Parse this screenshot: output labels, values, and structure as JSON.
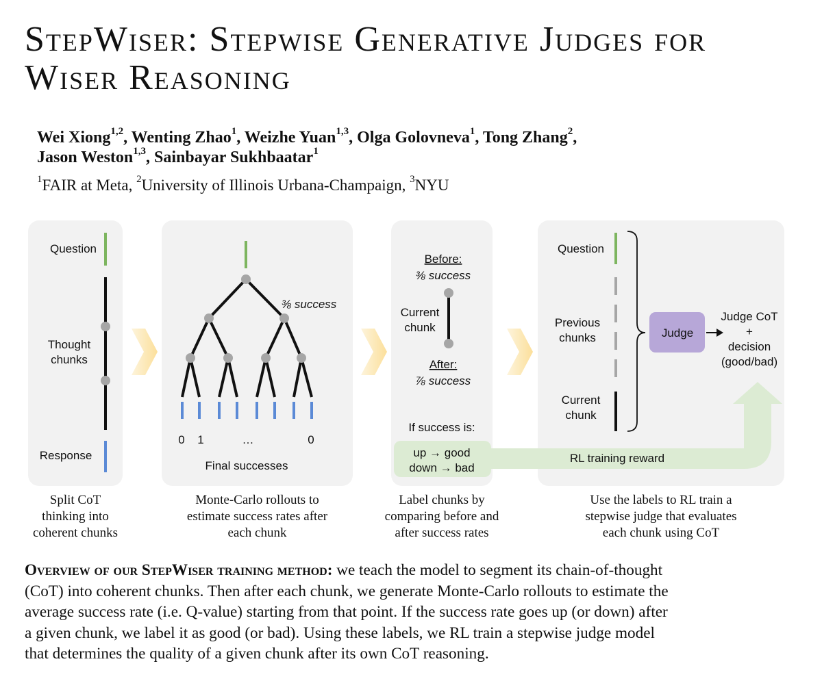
{
  "title": {
    "line1": "StepWiser:  Stepwise Generative Judges for",
    "line2": "Wiser Reasoning"
  },
  "authors": [
    {
      "name": "Wei Xiong",
      "aff": "1,2"
    },
    {
      "name": "Wenting Zhao",
      "aff": "1"
    },
    {
      "name": "Weizhe Yuan",
      "aff": "1,3"
    },
    {
      "name": "Olga Golovneva",
      "aff": "1"
    },
    {
      "name": "Tong Zhang",
      "aff": "2"
    },
    {
      "name": "Jason Weston",
      "aff": "1,3"
    },
    {
      "name": "Sainbayar Sukhbaatar",
      "aff": "1"
    }
  ],
  "affiliations": [
    {
      "num": "1",
      "name": "FAIR at Meta"
    },
    {
      "num": "2",
      "name": "University of Illinois Urbana-Champaign"
    },
    {
      "num": "3",
      "name": "NYU"
    }
  ],
  "figure": {
    "panel1": {
      "question": "Question",
      "thought": [
        "Thought",
        "chunks"
      ],
      "response": "Response",
      "caption": [
        "Split CoT",
        "thinking into",
        "coherent chunks"
      ]
    },
    "panel2": {
      "success": "⅜ success",
      "leaf_labels": [
        "0",
        "1",
        "…",
        "0"
      ],
      "final": "Final successes",
      "caption": [
        "Monte-Carlo rollouts to",
        "estimate success rates after",
        "each chunk"
      ]
    },
    "panel3": {
      "before": "Before:",
      "before_val": "⅜ success",
      "current": [
        "Current",
        "chunk"
      ],
      "after": "After:",
      "after_val": "⅞ success",
      "if": "If success is:",
      "up": "up → good",
      "down": "down → bad",
      "caption": [
        "Label chunks by",
        "comparing before and",
        "after success rates"
      ]
    },
    "panel4": {
      "question": "Question",
      "previous": [
        "Previous",
        "chunks"
      ],
      "current": [
        "Current",
        "chunk"
      ],
      "judge": "Judge",
      "output": [
        "Judge CoT",
        "+",
        "decision",
        "(good/bad)"
      ],
      "caption": [
        "Use the labels to RL train a",
        "stepwise judge that evaluates",
        "each chunk using CoT"
      ]
    },
    "rl_label": "RL training reward",
    "colors": {
      "panel_bg": "#f2f2f2",
      "green": "#7db55f",
      "blue": "#5b8ad6",
      "node": "#a6a6a6",
      "judge": "#b7a7d8",
      "reward": "#dcebd3",
      "arrow": "#fde9b3"
    }
  },
  "description": {
    "lead": "Overview of our StepWiser training method:",
    "lines": [
      "we teach the model to segment its chain-of-thought",
      "(CoT) into coherent chunks. Then after each chunk, we generate Monte-Carlo rollouts to estimate the",
      "average success rate (i.e. Q-value) starting from that point. If the success rate goes up (or down) after",
      "a given chunk, we label it as good (or bad). Using these labels, we RL train a stepwise judge model",
      "that determines the quality of a given chunk after its own CoT reasoning."
    ]
  }
}
